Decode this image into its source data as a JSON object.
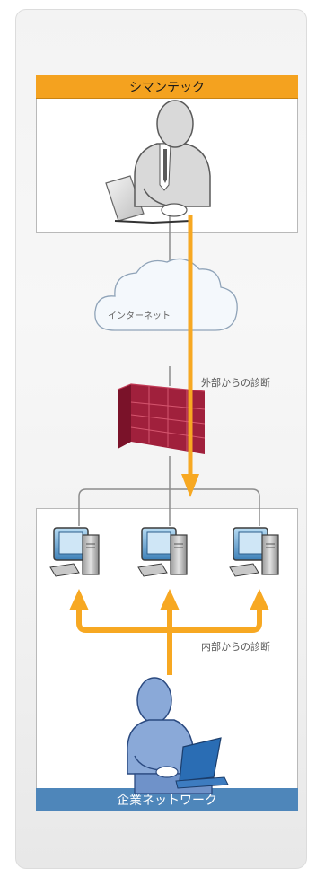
{
  "diagram": {
    "top_org_label": "シマンテック",
    "internet_label": "インターネット",
    "external_diag_label": "外部からの診断",
    "internal_diag_label": "内部からの診断",
    "bottom_org_label": "企業ネットワーク",
    "colors": {
      "accent_orange": "#f7a822",
      "header_orange": "#f4a21f",
      "header_blue": "#4e86ba",
      "firewall": "#a0203c",
      "person_top": "#d9d9d9",
      "person_bottom": "#8aa9d8",
      "line_gray": "#8c8c8c"
    },
    "icons": [
      "person-laptop-icon",
      "cloud-icon",
      "firewall-icon",
      "computer-icon",
      "person-laptop-icon"
    ]
  }
}
